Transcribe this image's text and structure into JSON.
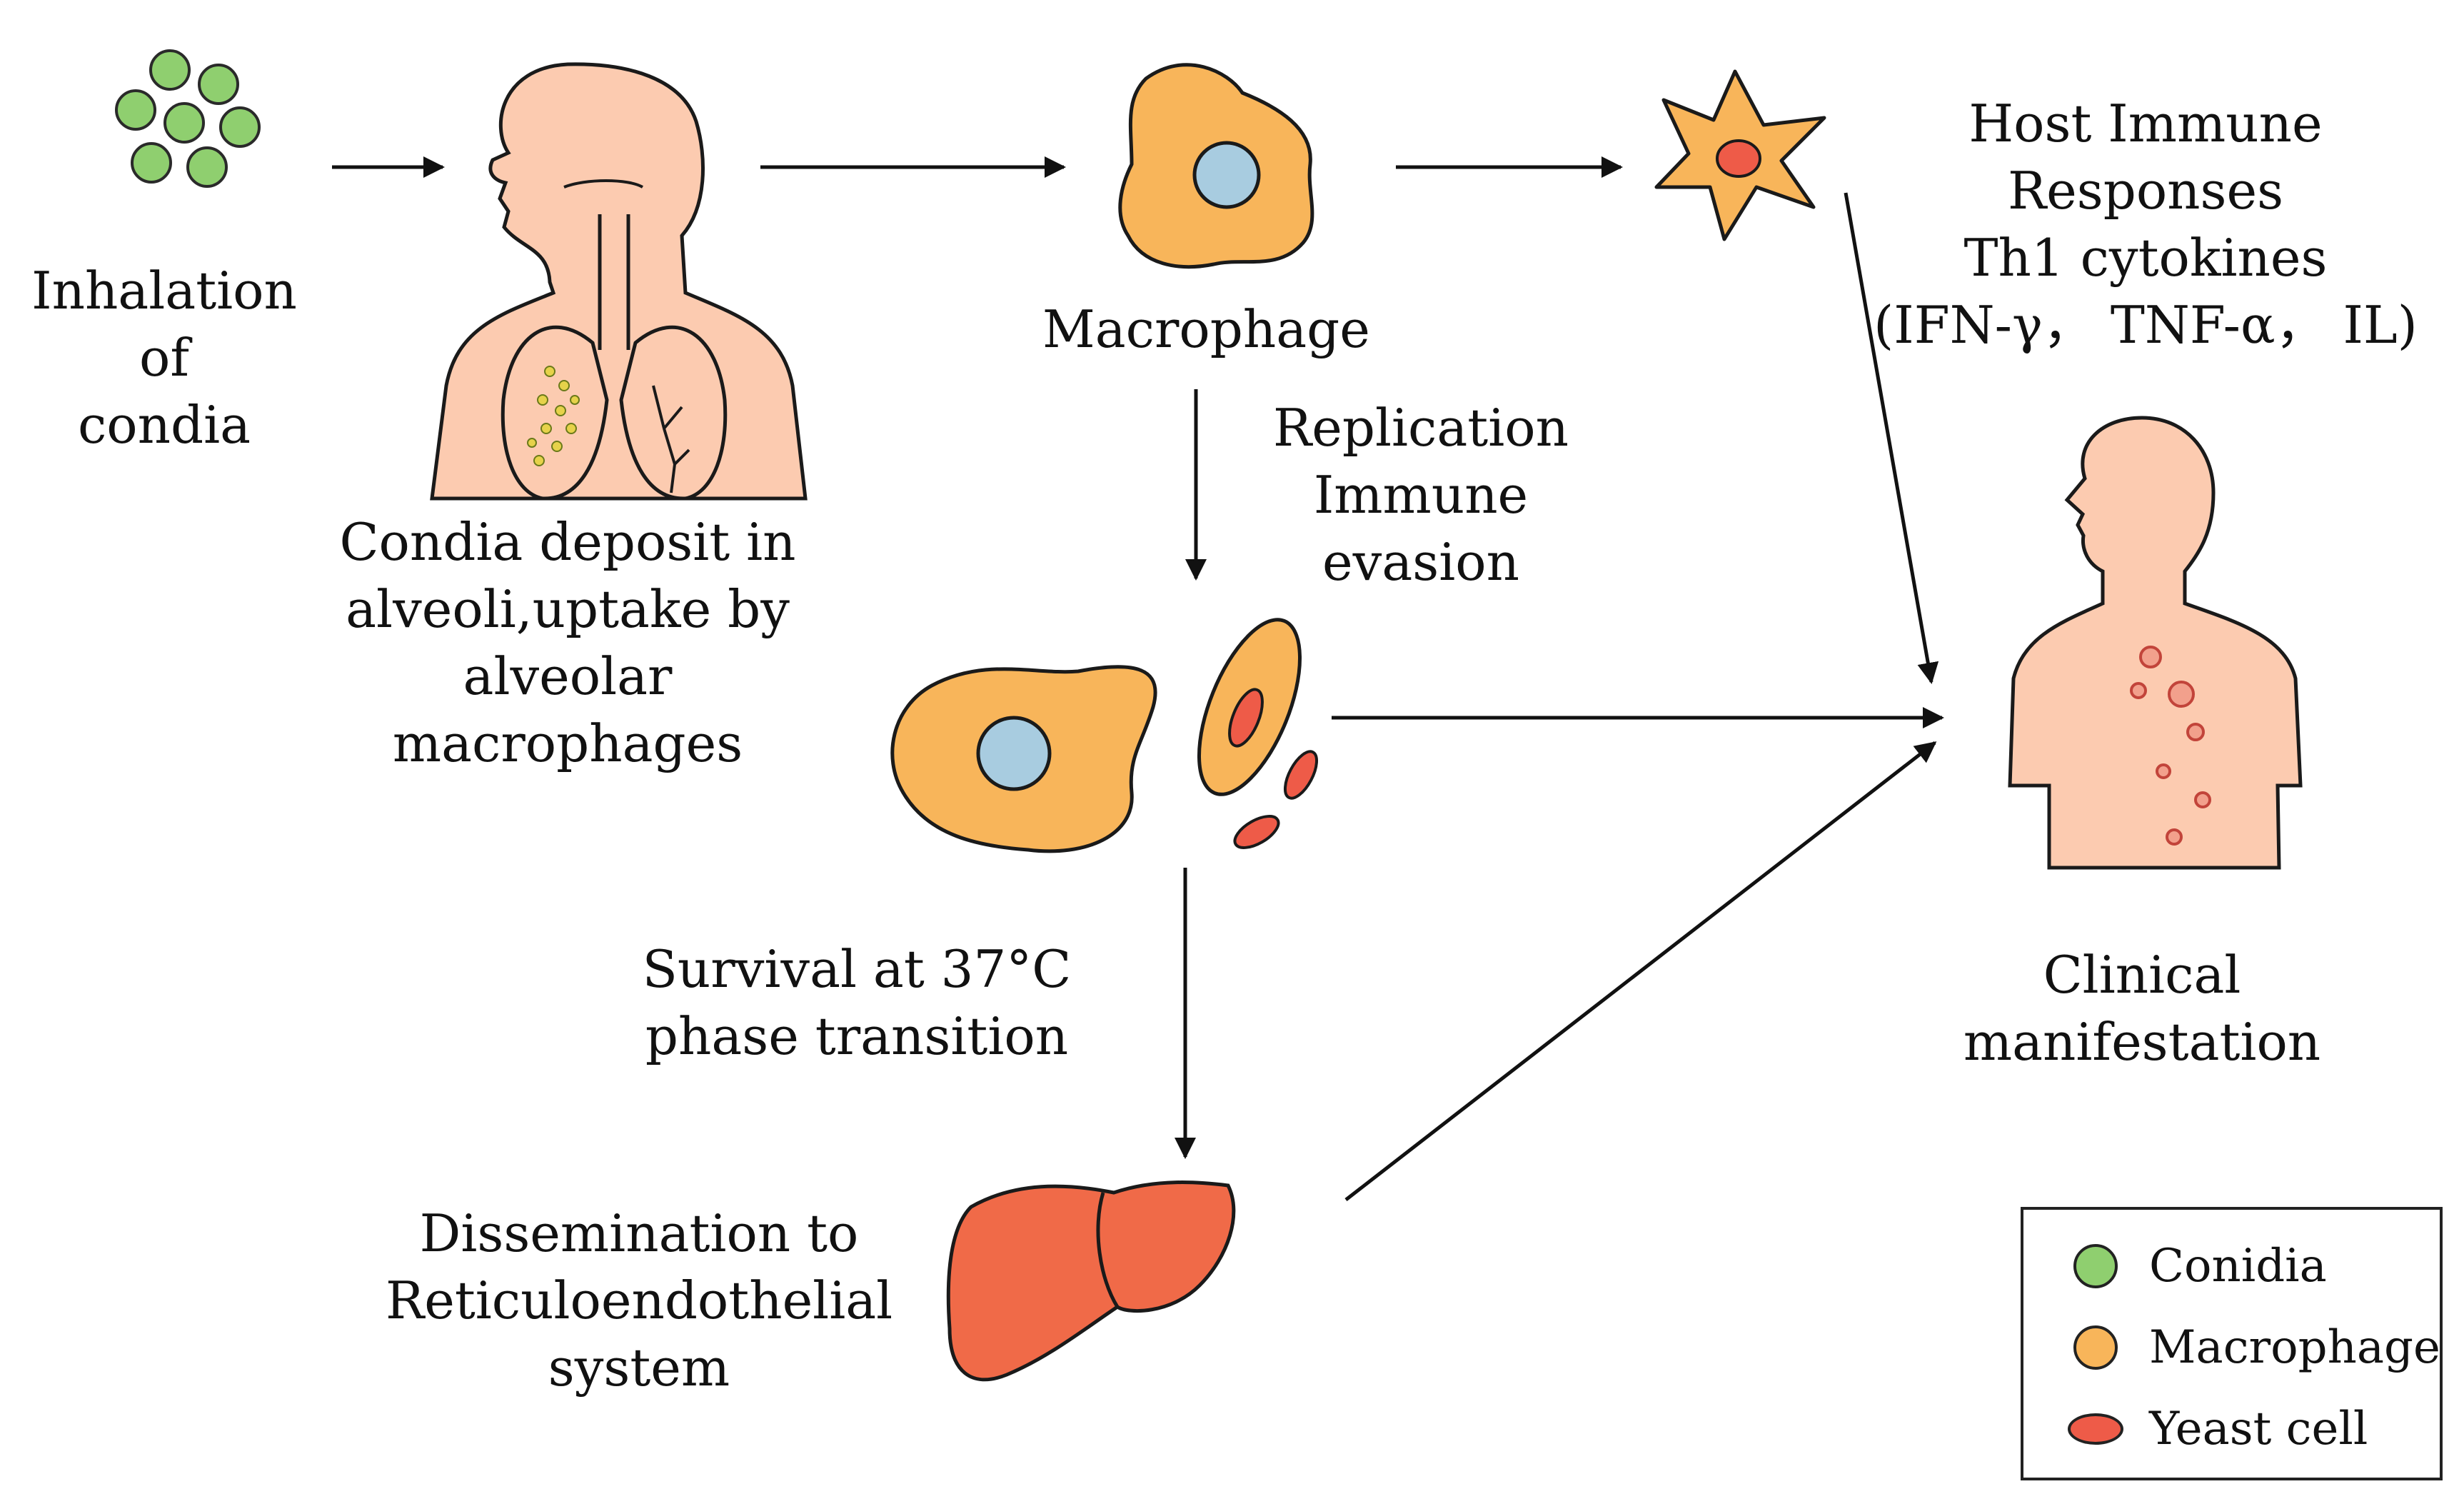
{
  "labels": {
    "inhalation": "Inhalation of\ncondia",
    "deposit": "Condia deposit in\nalveoli,uptake by\nalveolar macrophages",
    "macrophage": "Macrophage",
    "replication": "Replication\nImmune evasion",
    "host_response": "Host Immune Responses\nTh1 cytokines\n(IFN-γ， TNF-α， IL)",
    "survival": "Survival at 37°C\nphase transition",
    "dissemination": "Dissemination to\nReticuloendothelial\nsystem",
    "clinical": "Clinical\nmanifestation"
  },
  "legend": [
    {
      "label": "Conidia",
      "color": "#8fcf6f",
      "shape": "circle"
    },
    {
      "label": "Macrophage",
      "color": "#f8b55a",
      "shape": "circle"
    },
    {
      "label": "Yeast cell",
      "color": "#ee5b48",
      "shape": "oval"
    }
  ],
  "colors": {
    "skin": "#fccbb0",
    "conidia": "#8fcf6f",
    "macrophage": "#f8b55a",
    "nucleus": "#a8cce0",
    "yeast": "#ee5b48",
    "liver": "#f06a48",
    "outline": "#1a1a1a"
  }
}
